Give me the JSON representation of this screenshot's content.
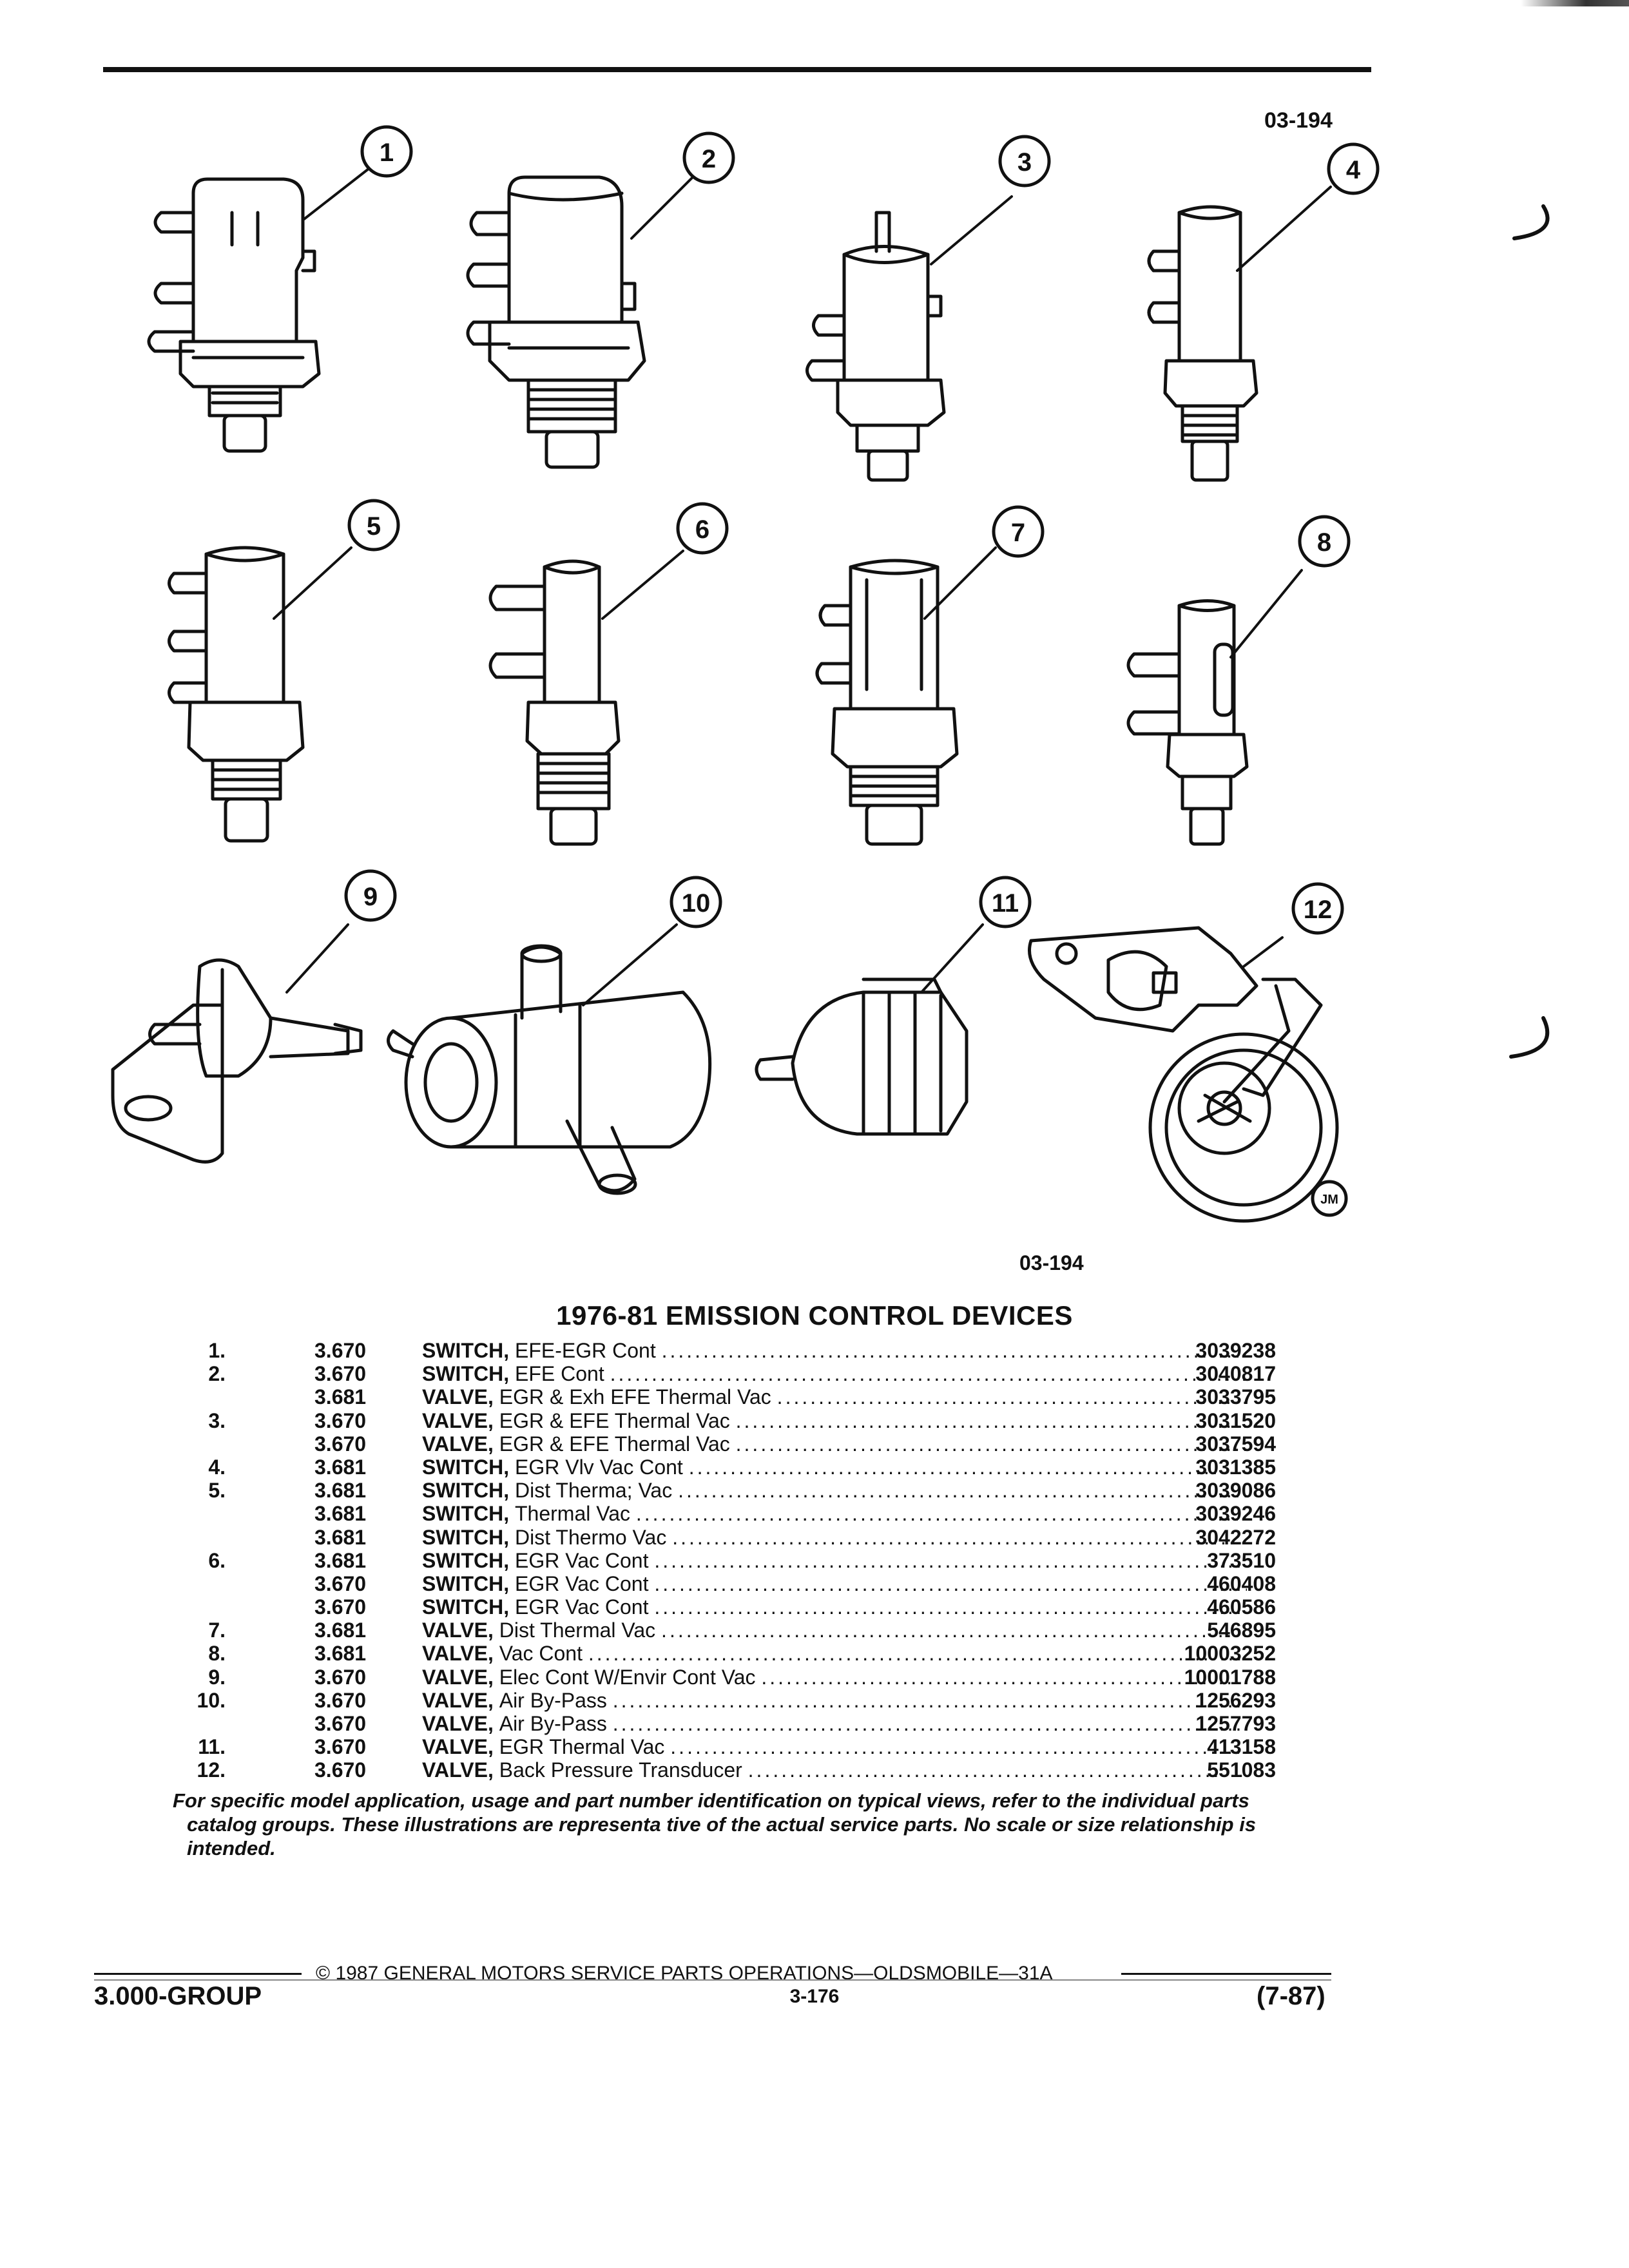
{
  "figure_code_top": "03-194",
  "figure_code_bottom": "03-194",
  "callouts": [
    "1",
    "2",
    "3",
    "4",
    "5",
    "6",
    "7",
    "8",
    "9",
    "10",
    "11",
    "12"
  ],
  "artist_mark": "JM",
  "title": "1976-81 EMISSION CONTROL DEVICES",
  "parts": [
    {
      "num": "1.",
      "group": "3.670",
      "kw": "SWITCH,",
      "desc": "EFE-EGR Cont",
      "part": "3039238"
    },
    {
      "num": "2.",
      "group": "3.670",
      "kw": "SWITCH,",
      "desc": "EFE Cont",
      "part": "3040817"
    },
    {
      "num": "",
      "group": "3.681",
      "kw": "VALVE,",
      "desc": "EGR & Exh EFE Thermal Vac",
      "part": "3033795"
    },
    {
      "num": "3.",
      "group": "3.670",
      "kw": "VALVE,",
      "desc": "EGR & EFE Thermal Vac",
      "part": "3031520"
    },
    {
      "num": "",
      "group": "3.670",
      "kw": "VALVE,",
      "desc": "EGR & EFE Thermal Vac",
      "part": "3037594"
    },
    {
      "num": "4.",
      "group": "3.681",
      "kw": "SWITCH,",
      "desc": "EGR Vlv Vac Cont",
      "part": "3031385"
    },
    {
      "num": "5.",
      "group": "3.681",
      "kw": "SWITCH,",
      "desc": "Dist Therma; Vac",
      "part": "3039086"
    },
    {
      "num": "",
      "group": "3.681",
      "kw": "SWITCH,",
      "desc": "Thermal Vac",
      "part": "3039246"
    },
    {
      "num": "",
      "group": "3.681",
      "kw": "SWITCH,",
      "desc": "Dist Thermo Vac",
      "part": "3042272"
    },
    {
      "num": "6.",
      "group": "3.681",
      "kw": "SWITCH,",
      "desc": "EGR Vac Cont",
      "part": "373510"
    },
    {
      "num": "",
      "group": "3.670",
      "kw": "SWITCH,",
      "desc": "EGR Vac Cont",
      "part": "460408"
    },
    {
      "num": "",
      "group": "3.670",
      "kw": "SWITCH,",
      "desc": "EGR Vac Cont",
      "part": "460586"
    },
    {
      "num": "7.",
      "group": "3.681",
      "kw": "VALVE,",
      "desc": "Dist Thermal Vac",
      "part": "546895"
    },
    {
      "num": "8.",
      "group": "3.681",
      "kw": "VALVE,",
      "desc": "Vac Cont",
      "part": "10003252"
    },
    {
      "num": "9.",
      "group": "3.670",
      "kw": "VALVE,",
      "desc": "Elec Cont W/Envir Cont Vac",
      "part": "10001788"
    },
    {
      "num": "10.",
      "group": "3.670",
      "kw": "VALVE,",
      "desc": "Air By-Pass",
      "part": "1256293"
    },
    {
      "num": "",
      "group": "3.670",
      "kw": "VALVE,",
      "desc": "Air By-Pass",
      "part": "1257793"
    },
    {
      "num": "11.",
      "group": "3.670",
      "kw": "VALVE,",
      "desc": "EGR Thermal Vac",
      "part": "413158"
    },
    {
      "num": "12.",
      "group": "3.670",
      "kw": "VALVE,",
      "desc": "Back Pressure Transducer",
      "part": "551083"
    }
  ],
  "note": "For specific model application, usage and part number identification on typical views, refer to the individual parts catalog groups. These illustrations are representa tive of the actual service parts. No scale or size relationship is intended.",
  "footer": {
    "copyright": "© 1987 GENERAL MOTORS SERVICE PARTS OPERATIONS—OLDSMOBILE—31A",
    "group": "3.000-GROUP",
    "page": "3-176",
    "date": "(7-87)"
  }
}
